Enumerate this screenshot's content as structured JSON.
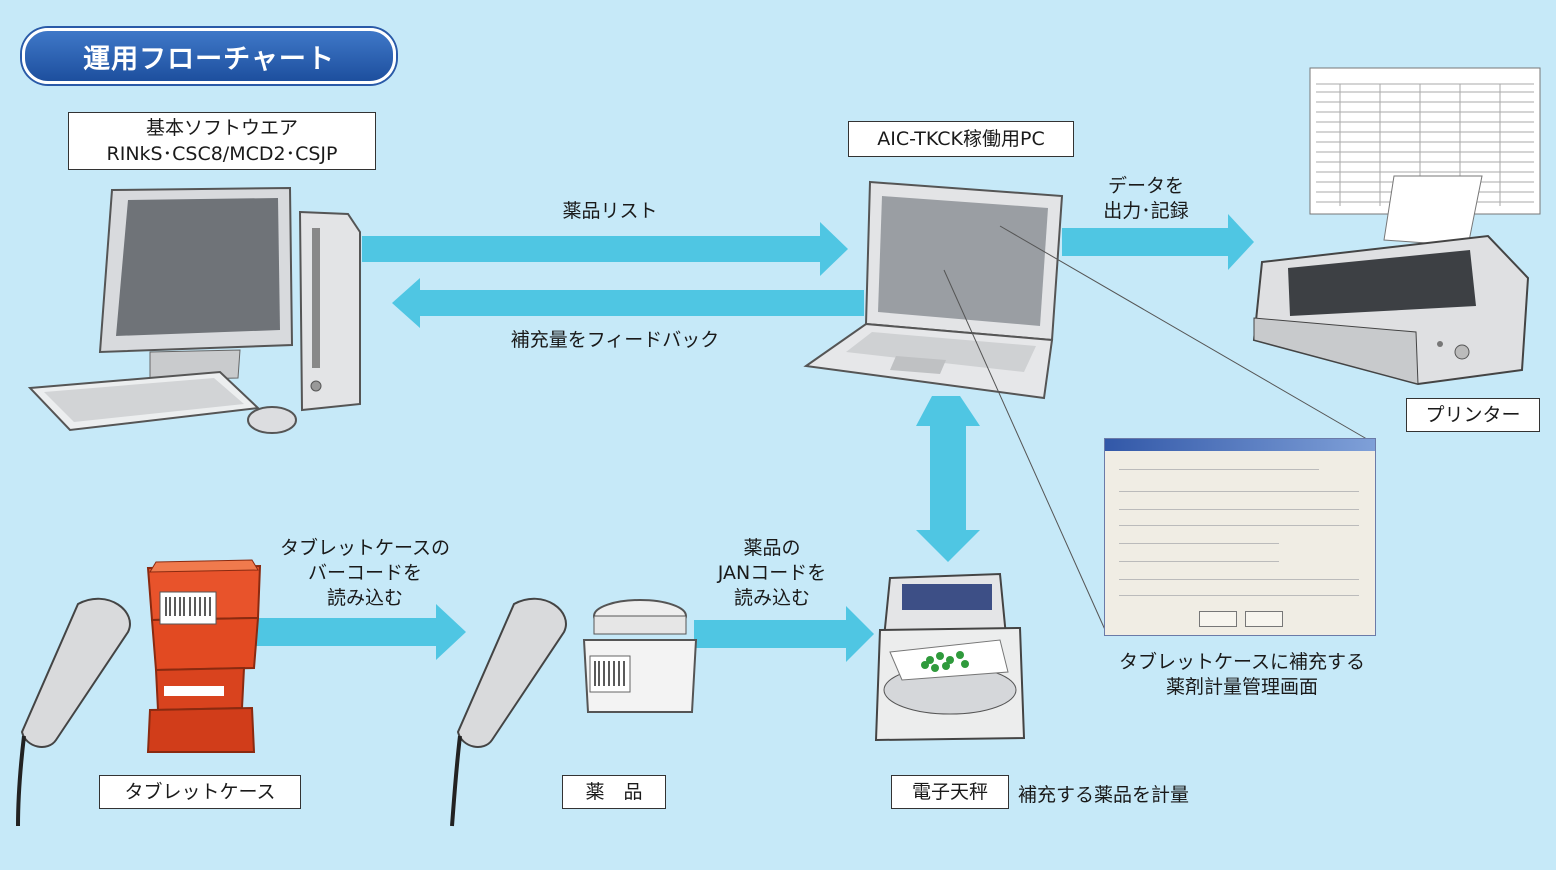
{
  "title": "運用フローチャート",
  "software_label": {
    "line1": "基本ソフトウエア",
    "line2": "RINkS･CSC8/MCD2･CSJP"
  },
  "pc_label": "AIC-TKCK稼働用PC",
  "printer_label": "プリンター",
  "tablet_case_label": "タブレットケース",
  "drug_label": "薬　品",
  "scale_label": "電子天秤",
  "arrows": {
    "drug_list": "薬品リスト",
    "feedback": "補充量をフィードバック",
    "output": {
      "line1": "データを",
      "line2": "出力･記録"
    },
    "read_case": {
      "line1": "タブレットケースの",
      "line2": "バーコードを",
      "line3": "読み込む"
    },
    "read_drug": {
      "line1": "薬品の",
      "line2": "JANコードを",
      "line3": "読み込む"
    }
  },
  "screen_caption": {
    "line1": "タブレットケースに補充する",
    "line2": "薬剤計量管理画面"
  },
  "scale_caption": "補充する薬品を計量",
  "colors": {
    "background": "#c6e9f8",
    "arrow": "#4fc6e3",
    "title_pill": "#2a5aa8"
  }
}
